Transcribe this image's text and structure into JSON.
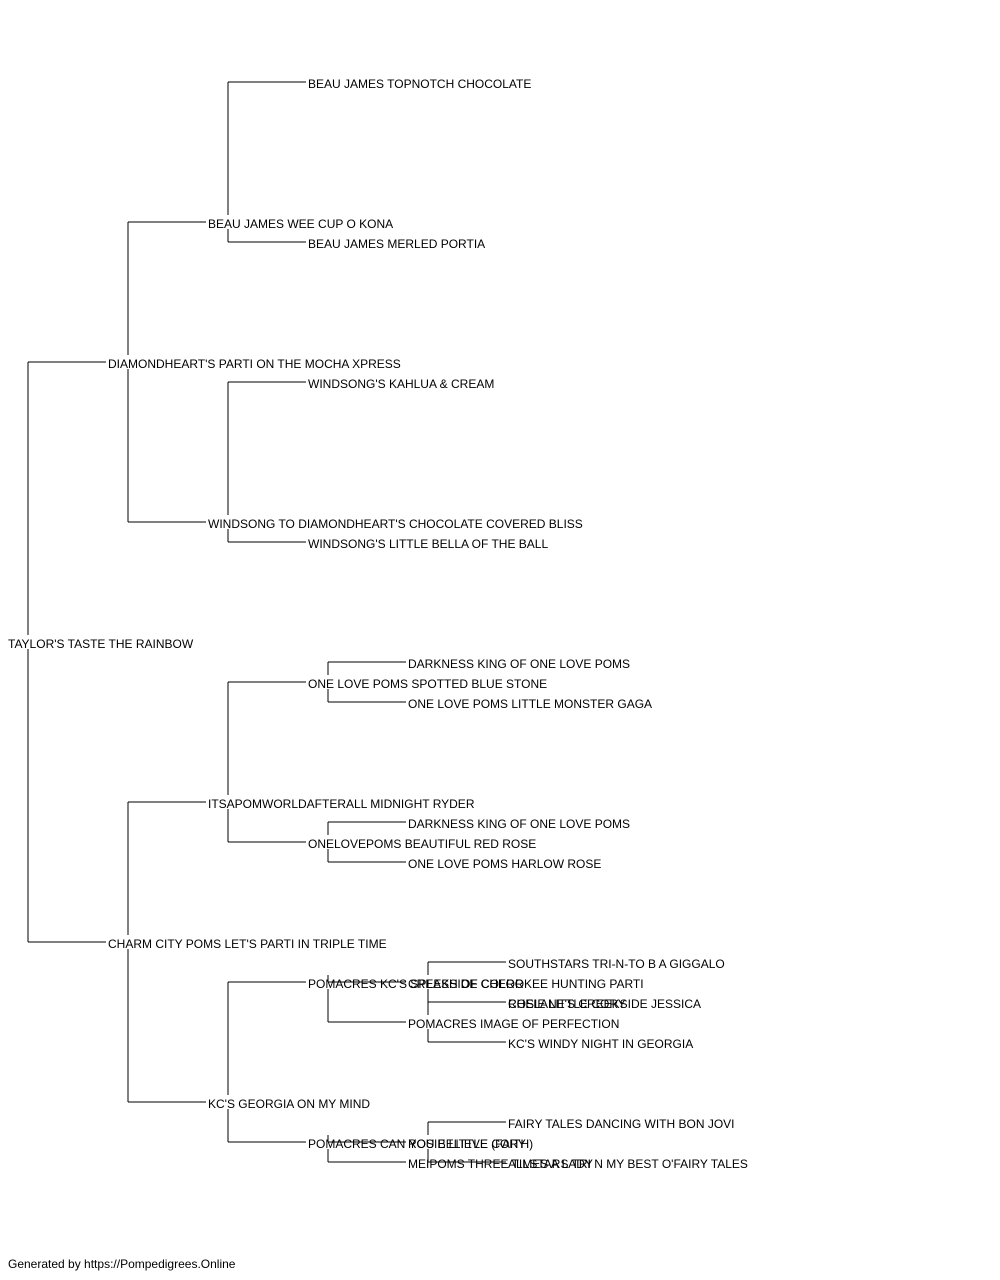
{
  "pedigree": {
    "name": "TAYLOR'S TASTE THE RAINBOW",
    "sire": {
      "name": "DIAMONDHEART'S PARTI ON THE MOCHA XPRESS",
      "sire": {
        "name": "BEAU JAMES WEE CUP O KONA",
        "sire": {
          "name": "BEAU JAMES TOPNOTCH CHOCOLATE"
        },
        "dam": {
          "name": "BEAU JAMES MERLED PORTIA"
        }
      },
      "dam": {
        "name": "WINDSONG TO DIAMONDHEART'S CHOCOLATE COVERED BLISS",
        "sire": {
          "name": "WINDSONG'S KAHLUA & CREAM"
        },
        "dam": {
          "name": "WINDSONG'S LITTLE BELLA OF THE BALL"
        }
      }
    },
    "dam": {
      "name": "CHARM CITY POMS LET'S PARTI IN TRIPLE TIME",
      "sire": {
        "name": "ITSAPOMWORLDAFTERALL MIDNIGHT RYDER",
        "sire": {
          "name": "ONE LOVE POMS SPOTTED BLUE STONE",
          "sire": {
            "name": "DARKNESS KING OF ONE LOVE POMS"
          },
          "dam": {
            "name": "ONE LOVE POMS LITTLE MONSTER GAGA"
          }
        },
        "dam": {
          "name": "ONELOVEPOMS BEAUTIFUL RED ROSE",
          "sire": {
            "name": "DARKNESS KING OF ONE LOVE POMS"
          },
          "dam": {
            "name": "ONE LOVE POMS HARLOW ROSE"
          }
        }
      },
      "dam": {
        "name": "KC'S GEORGIA ON MY MIND",
        "sire": {
          "name": "POMACRES KC'S SPLASH OF COLOR",
          "sire": {
            "name": "CREEKSIDE CHEROKEE HUNTING PARTI",
            "sire": {
              "name": "SOUTHSTARS TRI-N-TO B A GIGGALO"
            },
            "dam": {
              "name": "CHELANE'S CREEKSIDE JESSICA"
            }
          },
          "dam": {
            "name": "POMACRES IMAGE OF PERFECTION",
            "sire": {
              "name": "ROSIE LITTLE CORY"
            },
            "dam": {
              "name": "KC'S WINDY NIGHT IN GEORGIA"
            }
          }
        },
        "dam": {
          "name": "POMACRES CAN YOU BELIEVE (FAITH)",
          "sire": {
            "name": "ROSIE LITTLE CORY",
            "sire": {
              "name": "FAIRY TALES DANCING WITH BON JOVI"
            },
            "dam": {
              "name": "ALLSTARS TRI N MY BEST O'FAIRY TALES"
            }
          },
          "dam": {
            "name": "MEIPOMS THREE TIMES A LADY"
          }
        }
      }
    }
  },
  "footer": "Generated by https://Pompedigrees.Online"
}
